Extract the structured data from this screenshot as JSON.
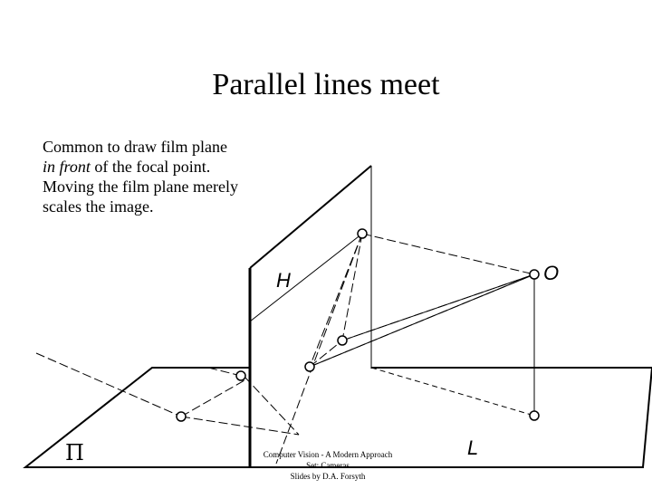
{
  "slide": {
    "title": "Parallel lines meet",
    "body": {
      "line1": "Common to draw film plane",
      "line2_em": "in front",
      "line2_rest": " of the focal point.",
      "line3": "Moving the film plane merely",
      "line4": "scales the image."
    },
    "diagram": {
      "label_H": "H",
      "label_O": "O",
      "label_L": "L",
      "label_Pi": "Π"
    },
    "footer": {
      "line1": "Computer Vision - A Modern Approach",
      "line2": "Set:  Cameras",
      "line3": "Slides by D.A. Forsyth"
    }
  }
}
